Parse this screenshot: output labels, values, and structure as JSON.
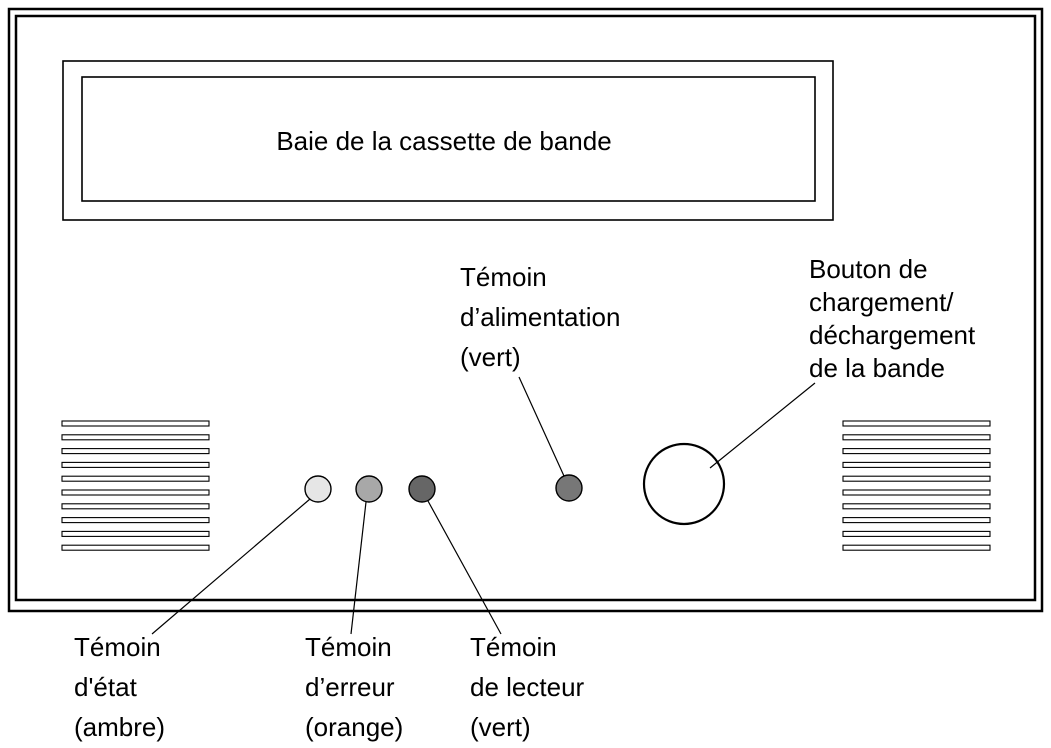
{
  "bay": {
    "label": "Baie de la cassette de bande"
  },
  "callouts": {
    "status": [
      "Témoin",
      "d'état",
      "(ambre)"
    ],
    "error": [
      "Témoin",
      "d’erreur",
      "(orange)"
    ],
    "drive": [
      "Témoin",
      "de lecteur",
      "(vert)"
    ],
    "power": [
      "Témoin",
      "d’alimentation",
      "(vert)"
    ],
    "button": [
      "Bouton de",
      "chargement/",
      "déchargement",
      "de la bande"
    ]
  },
  "colors": {
    "status_led": "#e6e6e6",
    "error_led": "#a8a8a8",
    "drive_led": "#666666",
    "power_led": "#777777",
    "stroke": "#000000"
  }
}
